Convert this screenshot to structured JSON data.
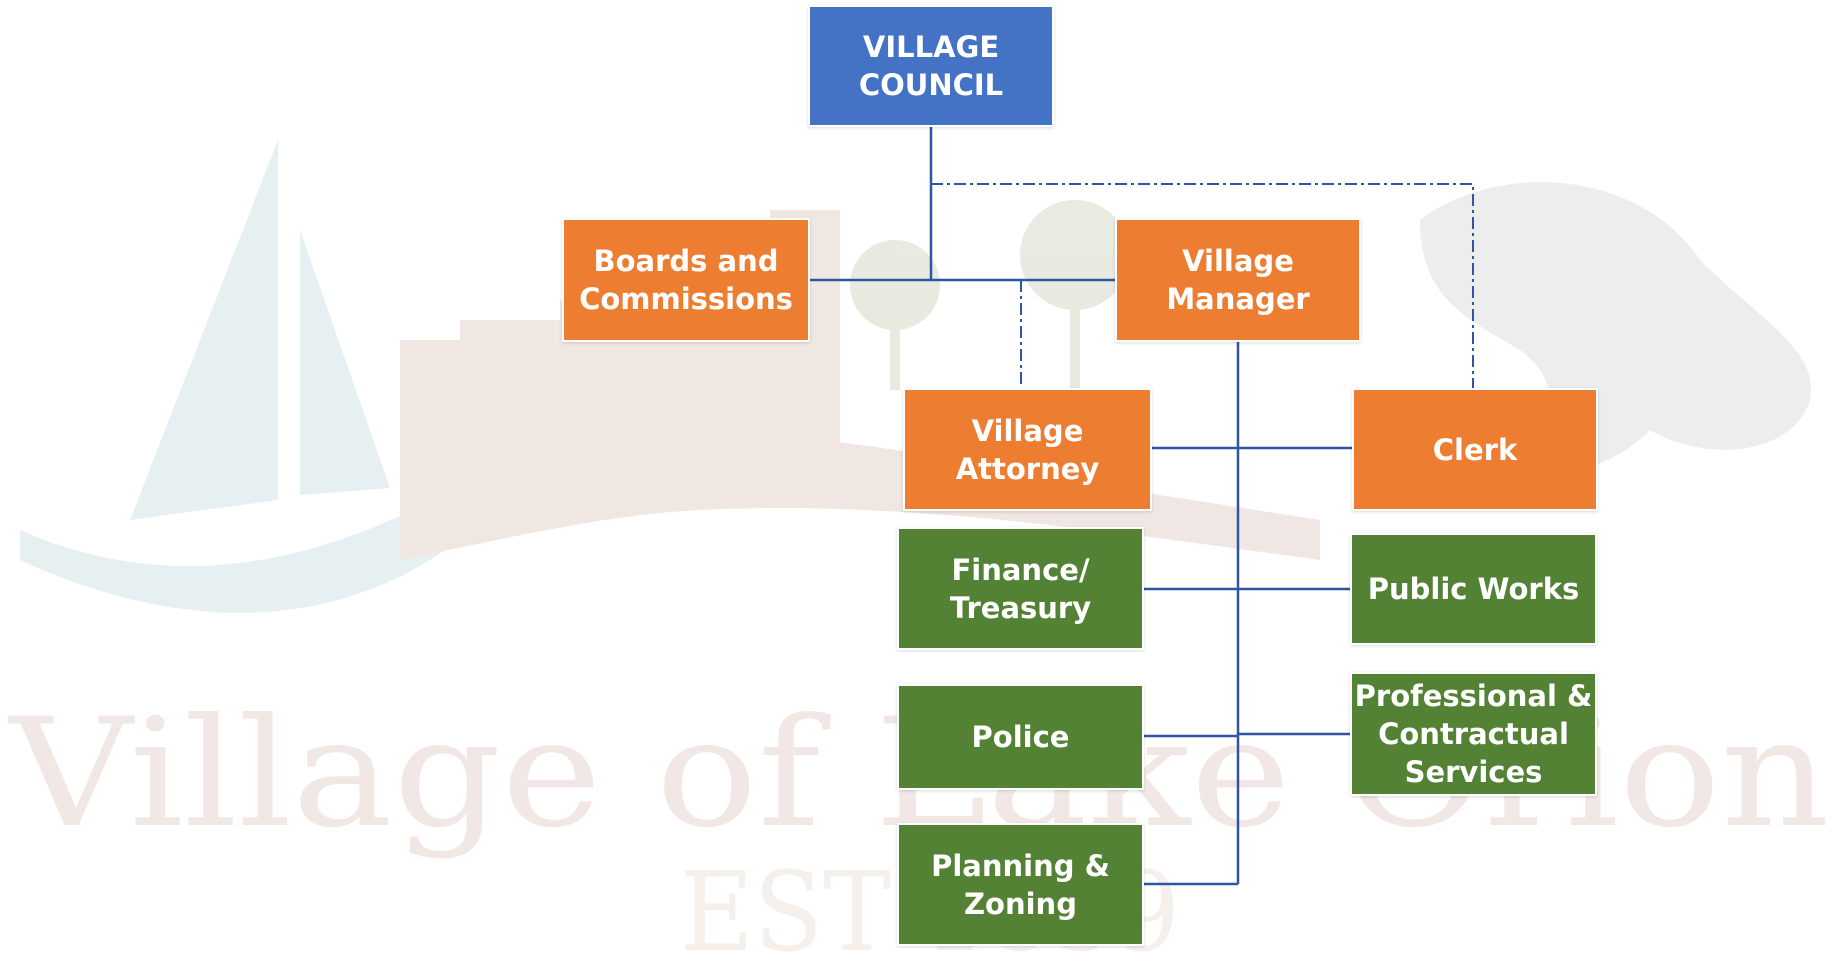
{
  "colors": {
    "council": "#4472c4",
    "office": "#ed7d31",
    "department": "#548235",
    "connector": "#2f55a4",
    "watermark_brown": "#c9a69a",
    "watermark_teal": "#b5d3d8",
    "watermark_green": "#c8cdb4"
  },
  "watermark": {
    "text_line": "Village of Lake Orion",
    "est": "EST 1859"
  },
  "nodes": {
    "council": {
      "label": "VILLAGE\nCOUNCIL"
    },
    "boards": {
      "label": "Boards and\nCommissions"
    },
    "manager": {
      "label": "Village\nManager"
    },
    "attorney": {
      "label": "Village\nAttorney"
    },
    "clerk": {
      "label": "Clerk"
    },
    "finance": {
      "label": "Finance/\nTreasury"
    },
    "public_works": {
      "label": "Public Works"
    },
    "police": {
      "label": "Police"
    },
    "professional": {
      "label": "Professional &\nContractual\nServices"
    },
    "planning": {
      "label": "Planning &\nZoning"
    }
  }
}
